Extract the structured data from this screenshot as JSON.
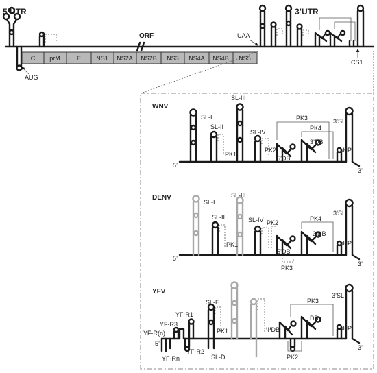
{
  "top": {
    "utr5": "5’UTR",
    "utr3": "3’UTR",
    "orf": "ORF",
    "aug": "AUG",
    "uaa": "UAA",
    "cs1": "CS1",
    "genes": [
      "C",
      "prM",
      "E",
      "NS1",
      "NS2A",
      "NS2B",
      "NS3",
      "NS4A",
      "NS4B",
      "NS5"
    ]
  },
  "wnv": {
    "name": "WNV",
    "sl1": "SL-I",
    "sl2": "SL-II",
    "sl3": "SL-III",
    "sl4": "SL-IV",
    "pk1": "PK1",
    "pk2": "PK2",
    "pk3": "PK3",
    "pk4": "PK4",
    "db5": "5’DB",
    "db3": "3’DB",
    "sl3p": "3’SL",
    "shp": "sHP",
    "end5": "5’",
    "end3": "3’"
  },
  "denv": {
    "name": "DENV",
    "sl1": "SL-I",
    "sl2": "SL-II",
    "sl3": "SL-III",
    "sl4": "SL-IV",
    "pk1": "PK1",
    "pk2": "PK2",
    "pk3": "PK3",
    "pk4": "PK4",
    "db5": "5’DB",
    "db3": "3’DB",
    "sl3p": "3’SL",
    "shp": "sHP",
    "end5": "5’",
    "end3": "3’"
  },
  "yfv": {
    "name": "YFV",
    "yfr1": "YF-R1",
    "yfr2": "YF-R2",
    "yfr3": "YF-R3",
    "yfrn_paren": "YF-R(n)",
    "yfrn": "YF-Rn",
    "sle": "SL-E",
    "sld": "SL-D",
    "pk1": "PK1",
    "pk2": "PK2",
    "pk3": "PK3",
    "psidb": "ΨDB",
    "db": "DB",
    "sl3p": "3’SL",
    "shp": "sHP",
    "end5": "5’",
    "end3": "3’"
  }
}
